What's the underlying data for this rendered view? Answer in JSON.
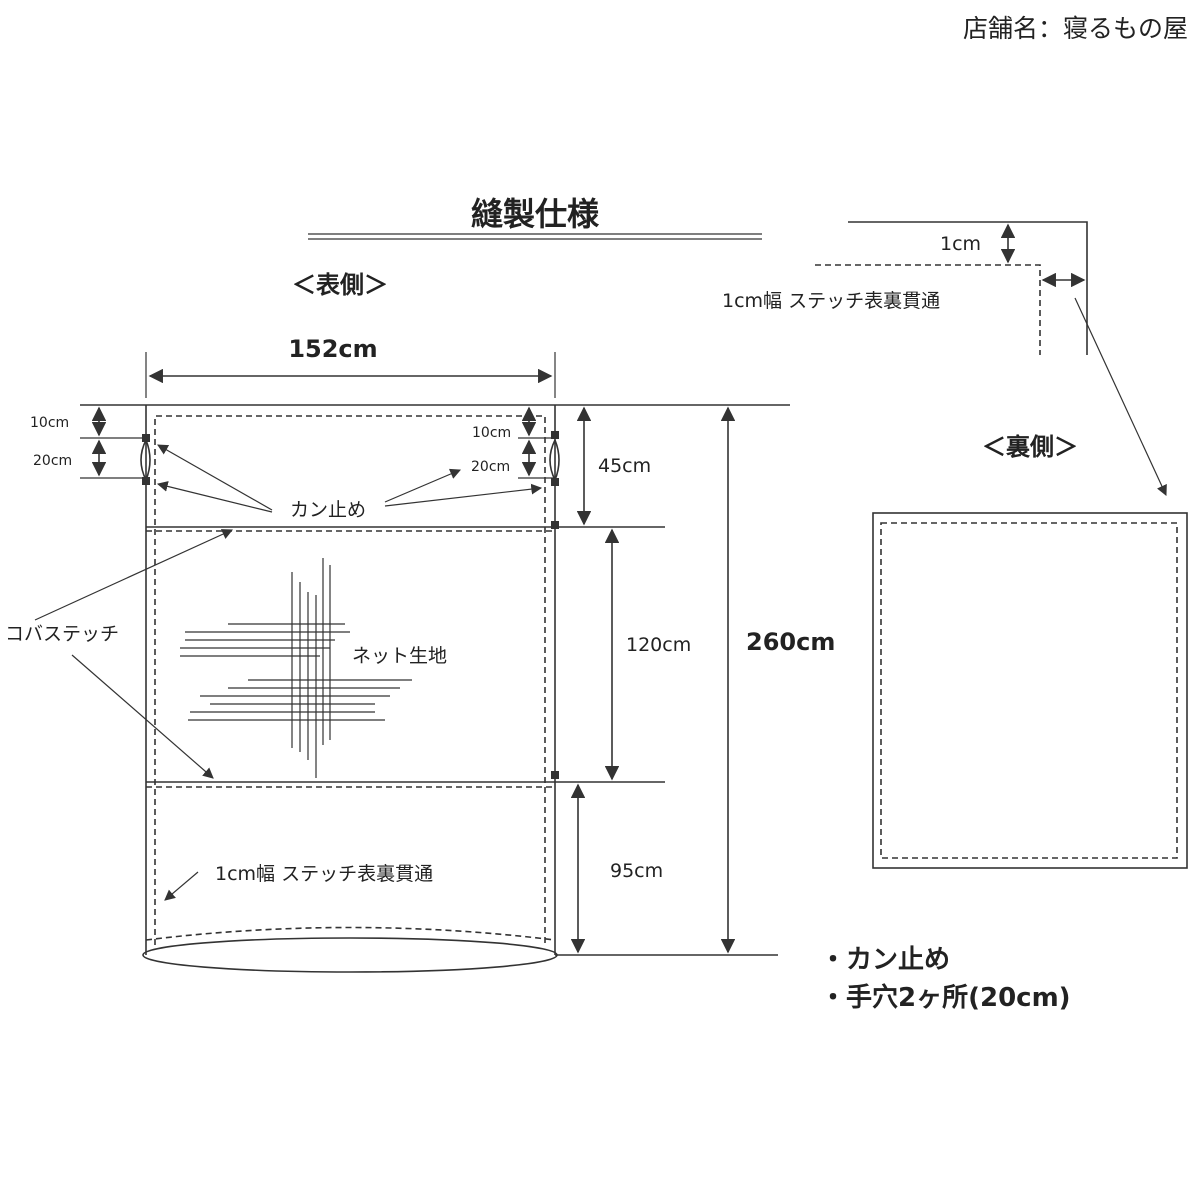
{
  "shop_label": "店舗名：寝るもの屋",
  "title": "縫製仕様",
  "front_label": "＜表側＞",
  "back_label": "＜裏側＞",
  "dims": {
    "width": "152cm",
    "top_gap_left": "10cm",
    "hole_left": "20cm",
    "top_gap_right": "10cm",
    "hole_right": "20cm",
    "upper": "45cm",
    "middle": "120cm",
    "lower": "95cm",
    "total": "260cm",
    "stitch_offset": "1cm"
  },
  "labels": {
    "bartack": "カン止め",
    "edge_stitch": "コバステッチ",
    "net_fabric": "ネット生地",
    "stitch_detail": "1cm幅  ステッチ表裏貫通",
    "stitch_bottom": "1cm幅  ステッチ表裏貫通"
  },
  "notes": [
    "・カン止め",
    "・手穴2ヶ所(20cm)"
  ]
}
